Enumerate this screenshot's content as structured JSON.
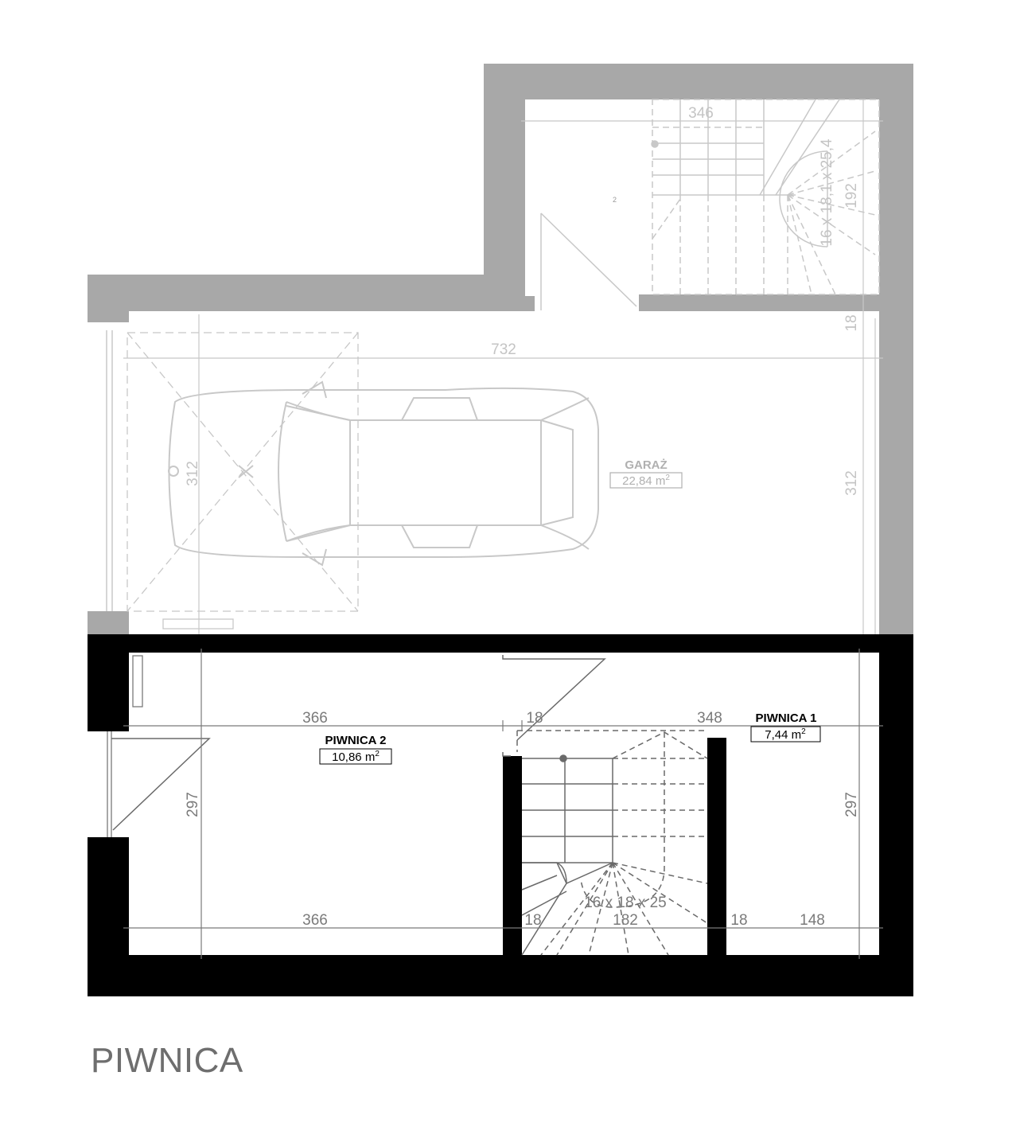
{
  "plan_title": "PIWNICA",
  "rooms": {
    "garage": {
      "name": "GARAŻ",
      "area": "22,84 m",
      "area_sup": "2"
    },
    "basement1": {
      "name": "PIWNICA 1",
      "area": "7,44 m",
      "area_sup": "2"
    },
    "basement2": {
      "name": "PIWNICA 2",
      "area": "10,86 m",
      "area_sup": "2"
    }
  },
  "dimensions": {
    "stair_top_width": "346",
    "stair_top_height": "192",
    "stair_top_spec": "16 x 18,1 x 25,4",
    "stair_top_wall": "18",
    "stair_top_mark": "2",
    "garage_width": "732",
    "garage_height_right": "312",
    "car_space_height": "312",
    "b2_top_width": "366",
    "wall_18_top": "18",
    "b1_top_width": "348",
    "b2_height": "297",
    "b1_height": "297",
    "b2_bottom_width": "366",
    "stair_left_wall": "18",
    "stair_width": "182",
    "stair_right_wall": "18",
    "b1_bottom_width": "148",
    "stair_spec": "16 x 18 x 25"
  },
  "colors": {
    "wall_dark": "#000000",
    "wall_gray": "#a8a8a8",
    "line_light": "#c8c8c8",
    "line_dark": "#6a6a6a"
  }
}
